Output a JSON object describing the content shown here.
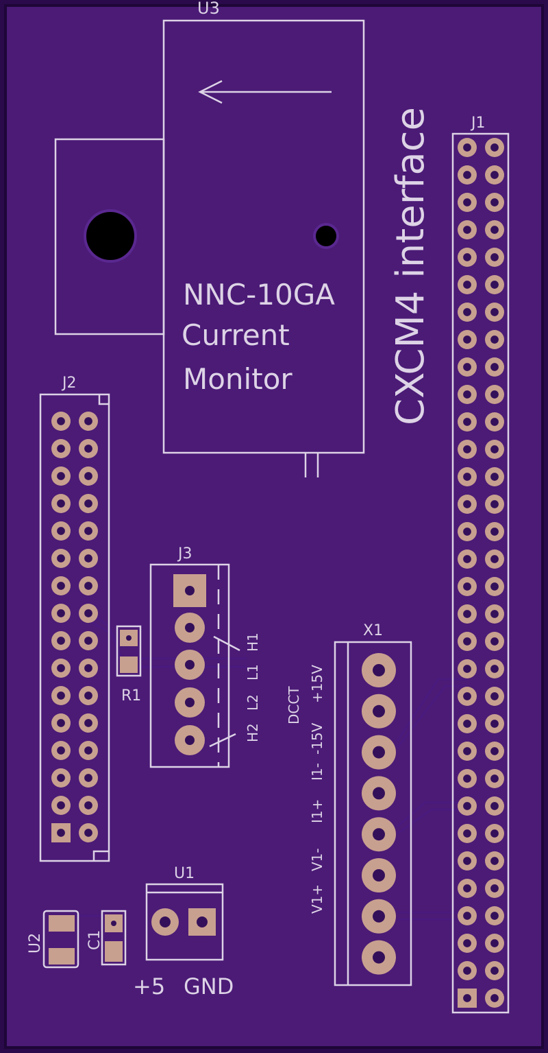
{
  "board": {
    "title": "CXCM4 interface",
    "colors": {
      "board": "#4b1b76",
      "edge": "#2a0a4a",
      "silkscreen": "#ddd3e6",
      "copper_pad": "#c8a08f",
      "trace": "#5a2890"
    }
  },
  "u3": {
    "ref": "U3",
    "line1": "NNC-10GA",
    "line2": "Current",
    "line3": "Monitor"
  },
  "j1": {
    "ref": "J1",
    "rows": 32,
    "cols": 2
  },
  "j2": {
    "ref": "J2",
    "rows": 16,
    "cols": 2
  },
  "j3": {
    "ref": "J3",
    "labels": [
      "H1",
      "L1",
      "L2",
      "H2"
    ]
  },
  "x1": {
    "ref": "X1",
    "group_label": "DCCT",
    "labels": [
      "+15V",
      "-15V",
      "I1-",
      "I1+",
      "V1-",
      "V1+"
    ]
  },
  "r1": {
    "ref": "R1"
  },
  "u1": {
    "ref": "U1",
    "label_plus": "+5",
    "label_gnd": "GND"
  },
  "u2": {
    "ref": "U2"
  },
  "c1": {
    "ref": "C1"
  }
}
